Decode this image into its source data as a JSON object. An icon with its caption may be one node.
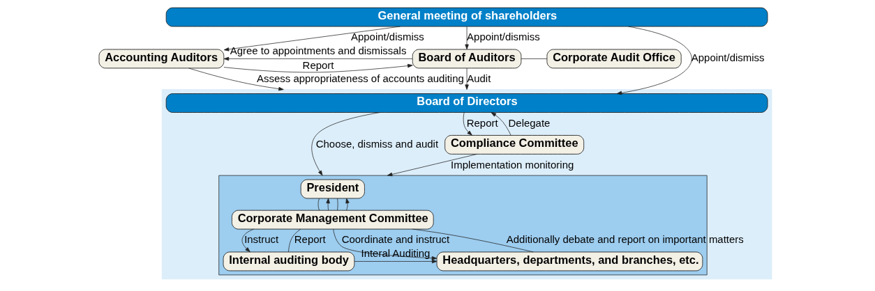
{
  "diagram": {
    "nodes": [
      {
        "text": [
          "General meeting of shareholders"
        ]
      },
      {
        "text": [
          "Accounting Auditors"
        ]
      },
      {
        "text": [
          "Board of Auditors"
        ]
      },
      {
        "text": [
          "Corporate Audit Office"
        ]
      },
      {
        "text": [],
        "shape": "box"
      },
      {
        "text": [
          "Board of Directors"
        ],
        "in": 4
      },
      {
        "text": [],
        "shape": "box",
        "in": 4
      },
      {
        "text": [
          "President"
        ],
        "in": 6
      },
      {
        "text": [
          "Corporate Management Committee"
        ],
        "in": 6
      },
      {
        "text": [
          "Headquarters, departments, and branches, etc."
        ],
        "in": 6
      },
      {
        "text": [
          "Internal auditing body"
        ],
        "in": 6
      },
      {
        "text": [
          "Compliance Committee"
        ],
        "in": 4
      }
    ],
    "edges": [
      {
        "from": 0,
        "to": 1,
        "arrow": "to",
        "label": "Appoint/dismiss"
      },
      {
        "from": 0,
        "to": 2,
        "arrow": "to",
        "label": "Appoint/dismiss"
      },
      {
        "from": 0,
        "to": 5,
        "arrow": "to",
        "label": "Appoint/dismiss"
      },
      {
        "from": 1,
        "to": 2,
        "arrow": "to",
        "label": "Report"
      },
      {
        "from": 2,
        "to": 1,
        "arrow": "to",
        "label": "Agree to appointments and dismissals"
      },
      {
        "from": 2,
        "to": 3,
        "arrow": "none"
      },
      {
        "from": 2,
        "to": 4,
        "arrow": "to",
        "label": "Audit"
      },
      {
        "from": 1,
        "to": 4,
        "arrow": "to",
        "label": "Assess appropriateness of accounts auditing"
      },
      {
        "from": 5,
        "to": 6,
        "arrow": "to",
        "label": "Choose, dismiss and audit"
      },
      {
        "from": 5,
        "to": 11,
        "arrow": "to",
        "label": "Report"
      },
      {
        "from": 11,
        "to": 5,
        "arrow": "to",
        "label": "Delegate"
      },
      {
        "from": 11,
        "to": 6,
        "arrow": "to",
        "label": "Implementation monitoring"
      },
      {
        "from": 7,
        "to": 8,
        "arrow": "none"
      },
      {
        "from": 8,
        "to": 7,
        "arrow": "to"
      },
      {
        "from": 7,
        "to": 8,
        "arrow": "none"
      },
      {
        "from": 8,
        "to": 7,
        "arrow": "to"
      },
      {
        "from": 8,
        "to": 9,
        "arrow": "to",
        "label": "Coordinate and instruct"
      },
      {
        "from": 9,
        "to": 8,
        "arrow": "none",
        "label": "Additionally debate and report on important matters"
      },
      {
        "from": 8,
        "to": 10,
        "arrow": "to",
        "label": "Instruct"
      },
      {
        "from": 10,
        "to": 8,
        "arrow": "none",
        "label": "Report"
      },
      {
        "from": 10,
        "to": 9,
        "arrow": "to",
        "label": "Interal Auditing"
      }
    ]
  }
}
